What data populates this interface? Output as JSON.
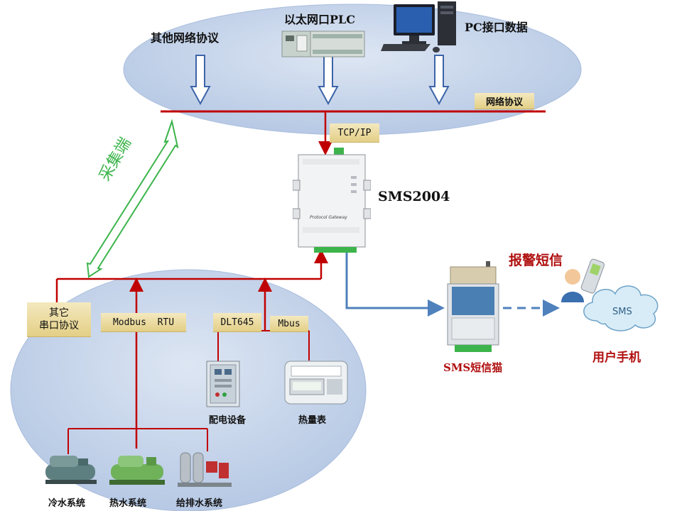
{
  "top_labels": {
    "other_protocols": "其他网络协议",
    "eth_plc": "以太网口PLC",
    "pc_data": "PC接口数据"
  },
  "tags": {
    "network_protocol": "网络协议",
    "tcpip": "TCP/IP",
    "other_serial_line1": "其它",
    "other_serial_line2": "串口协议",
    "modbus_rtu": "Modbus  RTU",
    "dlt645": "DLT645",
    "mbus": "Mbus"
  },
  "gateway": {
    "name": "SMS2004",
    "faceplate_text": "Protocol Gateway"
  },
  "collect_label": "采集端",
  "alarm_sms": "报警短信",
  "sms_cat": "SMS短信猫",
  "user_phone": "用户手机",
  "cloud_text": "SMS",
  "devices": {
    "power_dist": "配电设备",
    "heat_meter": "热量表",
    "chilled_water": "冷水系统",
    "hot_water": "热水系统",
    "water_supply": "给排水系统"
  },
  "colors": {
    "ellipse": "#b9cbe6",
    "red_line": "#c00000",
    "blue_line": "#4f81bd",
    "green_arrow": "#3cb44b",
    "tag_bg": "#ecdca0"
  }
}
